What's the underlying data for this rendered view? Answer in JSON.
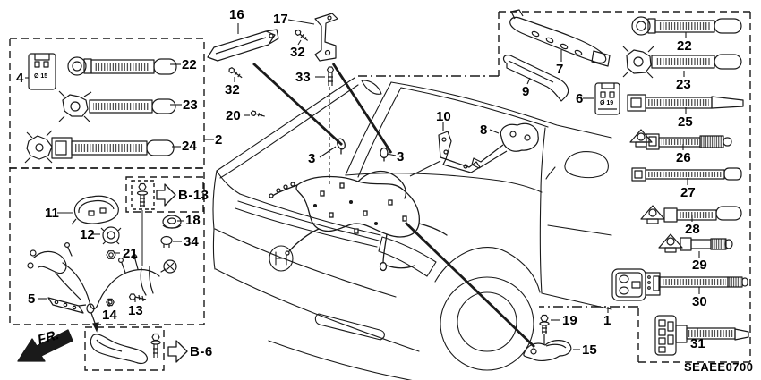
{
  "document": {
    "code": "SEAEE0700"
  },
  "orientation": {
    "front_label": "FR."
  },
  "references": {
    "b13": "B-13",
    "b6": "B-6"
  },
  "annotations": {
    "part4_diameter": "Ø 15",
    "part6_diameter": "Ø 19"
  },
  "callouts": {
    "p1": "1",
    "p2": "2",
    "p3a": "3",
    "p3b": "3",
    "p4": "4",
    "p5": "5",
    "p6": "6",
    "p7": "7",
    "p8": "8",
    "p9": "9",
    "p10": "10",
    "p11": "11",
    "p12": "12",
    "p13": "13",
    "p14": "14",
    "p15": "15",
    "p16": "16",
    "p17": "17",
    "p18": "18",
    "p19": "19",
    "p20": "20",
    "p21": "21",
    "p22_left": "22",
    "p23_left": "23",
    "p24_left": "24",
    "p22_right": "22",
    "p23_right": "23",
    "p25": "25",
    "p26": "26",
    "p27": "27",
    "p28": "28",
    "p29": "29",
    "p30": "30",
    "p31": "31",
    "p32_a": "32",
    "p32_b": "32",
    "p33": "33",
    "p34": "34"
  }
}
